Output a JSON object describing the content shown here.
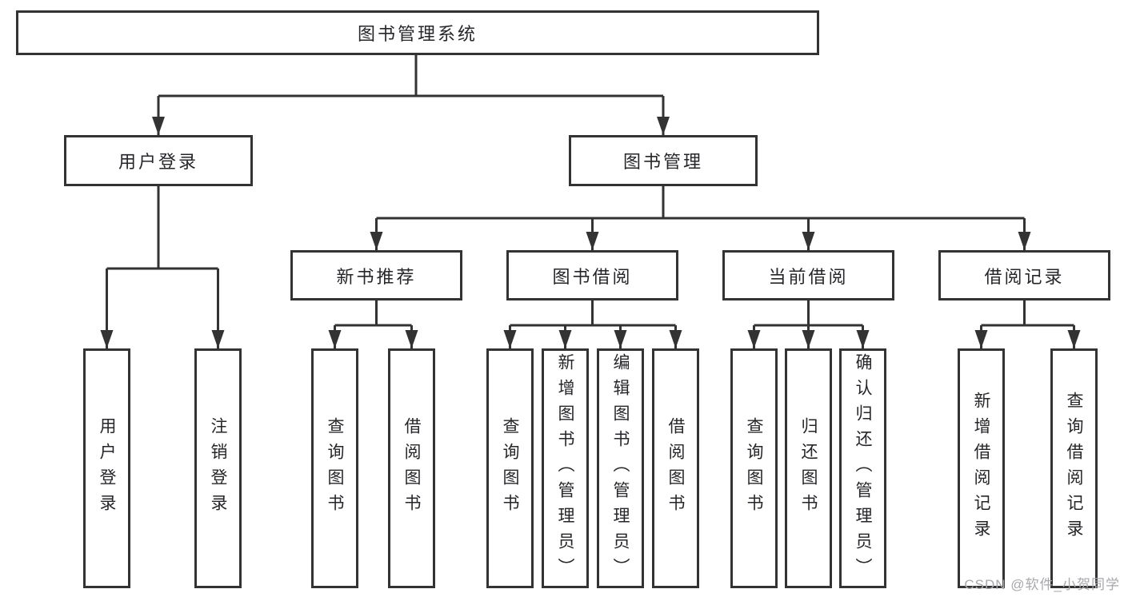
{
  "diagram": {
    "title": "图书管理系统",
    "level1": [
      "用户登录",
      "图书管理"
    ],
    "level2": [
      "新书推荐",
      "图书借阅",
      "当前借阅",
      "借阅记录"
    ],
    "leaves": {
      "user_login": [
        "用户登录",
        "注销登录"
      ],
      "new_book_recommend": [
        "查询图书",
        "借阅图书"
      ],
      "book_borrowing": [
        "查询图书",
        "新增图书（管理员）",
        "编辑图书（管理员）",
        "借阅图书"
      ],
      "current_borrowing": [
        "查询图书",
        "归还图书",
        "确认归还（管理员）"
      ],
      "borrowing_records": [
        "新增借阅记录",
        "查询借阅记录"
      ]
    }
  },
  "watermark": "CSDN @软件_小贺同学",
  "colors": {
    "line": "#333333",
    "text": "#26262a",
    "watermark": "#a8a8ad",
    "background": "#ffffff"
  }
}
